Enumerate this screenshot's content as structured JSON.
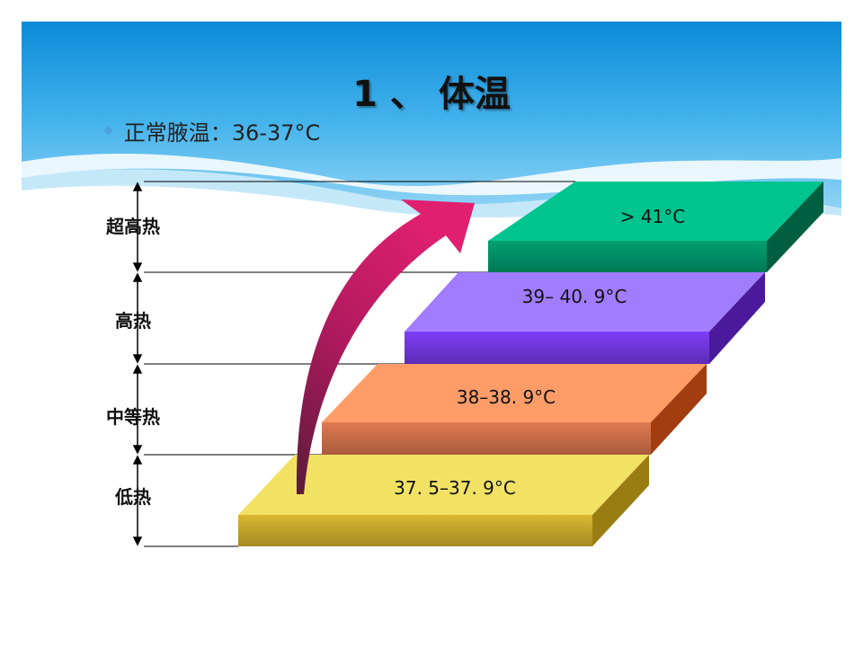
{
  "slide": {
    "title": "1 、 体温",
    "bullet": "正常腋温：36-37°C"
  },
  "levels": [
    {
      "label": "超高热",
      "range": "> 41°C",
      "color": "#00c08a"
    },
    {
      "label": "高热",
      "range": "39– 40. 9°C",
      "color": "#9a70ff"
    },
    {
      "label": "中等热",
      "range": "38–38. 9°C",
      "color": "#ff9a66"
    },
    {
      "label": "低热",
      "range": "37. 5–37. 9°C",
      "color": "#f1df5c"
    }
  ],
  "colors": {
    "arrow": "#d01f6f",
    "sky_top": "#0b8fdc",
    "sky_light": "#bfe6f8"
  }
}
